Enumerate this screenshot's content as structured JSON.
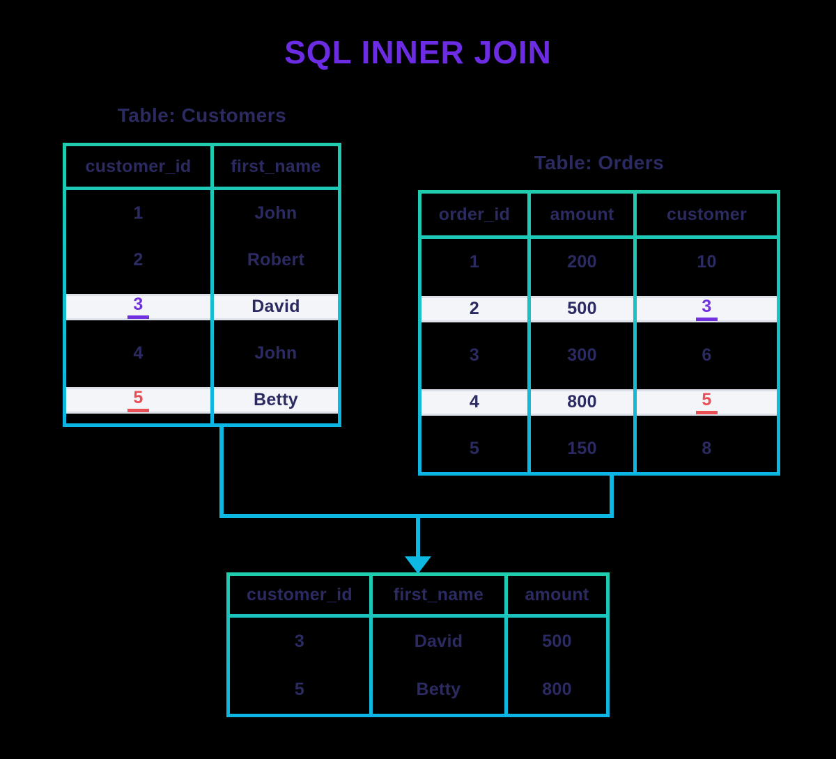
{
  "title": "SQL INNER JOIN",
  "colors": {
    "title_purple": "#6c2ce4",
    "text_navy": "#2b2b62",
    "border_teal_top": "#21ccae",
    "border_cyan_bottom": "#0db5e4",
    "connector_cyan": "#0db9e2",
    "key_purple": "#7030e0",
    "key_red": "#ea4f55",
    "highlight_white": "#f4f5f8"
  },
  "tables": {
    "customers": {
      "caption": "Table: Customers",
      "headers": [
        "customer_id",
        "first_name"
      ],
      "rows": [
        {
          "cells": [
            "1",
            "John"
          ],
          "highlight": false
        },
        {
          "cells": [
            "2",
            "Robert"
          ],
          "highlight": false
        },
        {
          "cells": [
            "3",
            "David"
          ],
          "highlight": true,
          "key_col": 0,
          "key_color": "purple"
        },
        {
          "cells": [
            "4",
            "John"
          ],
          "highlight": false
        },
        {
          "cells": [
            "5",
            "Betty"
          ],
          "highlight": true,
          "key_col": 0,
          "key_color": "red"
        }
      ]
    },
    "orders": {
      "caption": "Table: Orders",
      "headers": [
        "order_id",
        "amount",
        "customer"
      ],
      "rows": [
        {
          "cells": [
            "1",
            "200",
            "10"
          ],
          "highlight": false
        },
        {
          "cells": [
            "2",
            "500",
            "3"
          ],
          "highlight": true,
          "key_col": 2,
          "key_color": "purple"
        },
        {
          "cells": [
            "3",
            "300",
            "6"
          ],
          "highlight": false
        },
        {
          "cells": [
            "4",
            "800",
            "5"
          ],
          "highlight": true,
          "key_col": 2,
          "key_color": "red"
        },
        {
          "cells": [
            "5",
            "150",
            "8"
          ],
          "highlight": false
        }
      ]
    },
    "result": {
      "headers": [
        "customer_id",
        "first_name",
        "amount"
      ],
      "rows": [
        {
          "cells": [
            "3",
            "David",
            "500"
          ],
          "highlight": false
        },
        {
          "cells": [
            "5",
            "Betty",
            "800"
          ],
          "highlight": false
        }
      ]
    }
  }
}
